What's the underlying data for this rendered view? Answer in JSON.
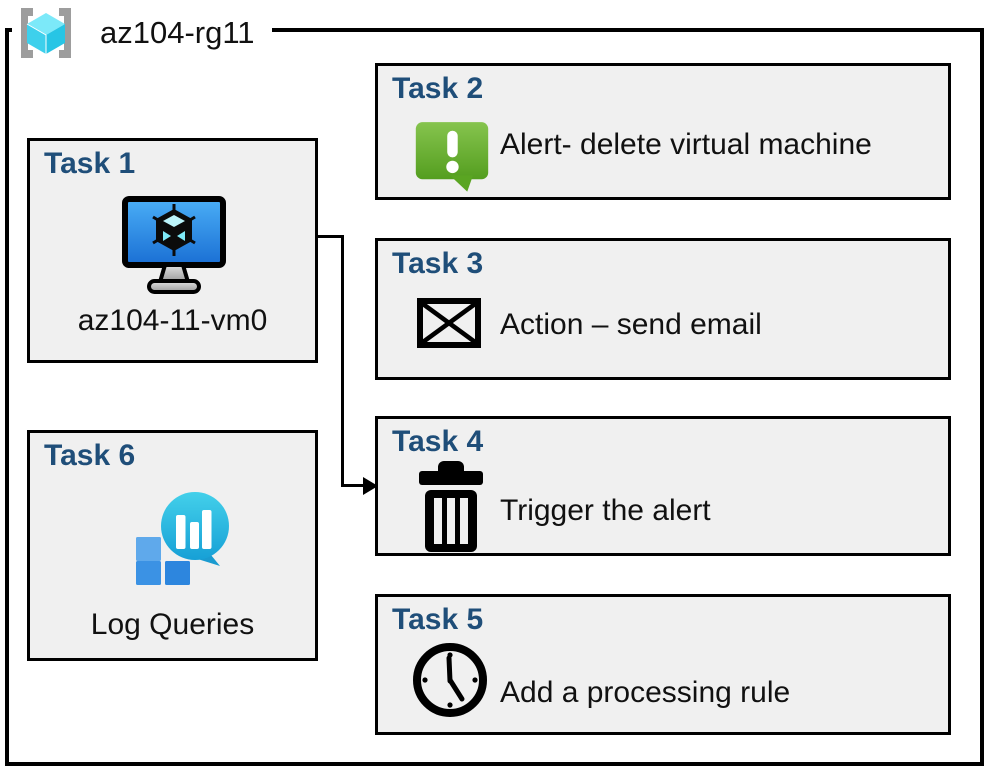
{
  "resource_group": {
    "name": "az104-rg11",
    "icon": "resource-group-icon"
  },
  "tasks": [
    {
      "id": "task-1",
      "title": "Task 1",
      "label": "az104-11-vm0",
      "icon": "virtual-machine-icon"
    },
    {
      "id": "task-2",
      "title": "Task 2",
      "label": "Alert- delete virtual machine",
      "icon": "alert-message-icon"
    },
    {
      "id": "task-3",
      "title": "Task 3",
      "label": "Action – send email",
      "icon": "email-envelope-icon"
    },
    {
      "id": "task-4",
      "title": "Task 4",
      "label": "Trigger the alert",
      "icon": "trash-can-icon"
    },
    {
      "id": "task-5",
      "title": "Task 5",
      "label": "Add a processing rule",
      "icon": "clock-icon"
    },
    {
      "id": "task-6",
      "title": "Task 6",
      "label": "Log Queries",
      "icon": "log-queries-icon"
    }
  ],
  "connector": {
    "from_task": "Task 1",
    "to_task": "Task 4",
    "style": "elbow-arrow"
  },
  "colors": {
    "task_title": "#1F4E79",
    "box_fill": "#F0F0F0",
    "box_border": "#000000",
    "vm_screen_top": "#4AAEF6",
    "vm_screen_bottom": "#1A6FD4",
    "alert_green_top": "#86C44E",
    "alert_green_bottom": "#549E1F",
    "log_teal_top": "#43D0EA",
    "log_teal_bottom": "#17A0D6",
    "log_square_light": "#5FA9EB",
    "log_square_mid": "#3B92E4",
    "log_square_dark": "#2D86DE",
    "rg_cube_top": "#7CE9F9",
    "rg_cube_left": "#3ED0EC",
    "rg_cube_right": "#27C5E5",
    "rg_bracket": "#9D9D9D"
  }
}
